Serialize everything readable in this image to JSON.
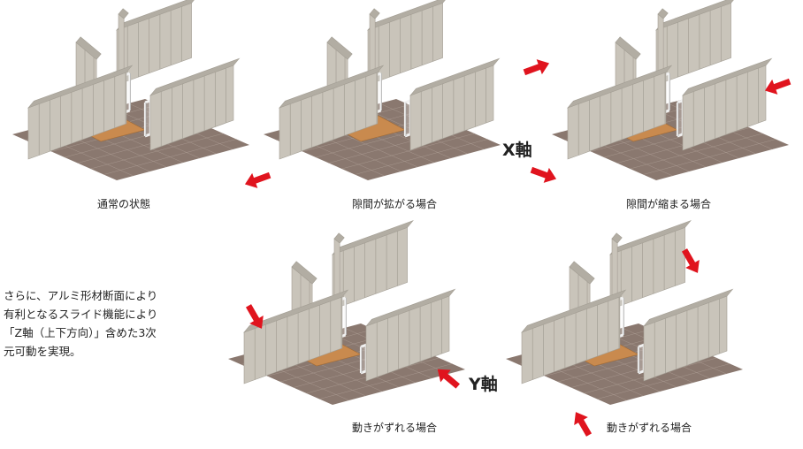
{
  "panels": [
    {
      "id": "normal",
      "caption": "通常の状態",
      "state": "normal"
    },
    {
      "id": "gap-widens",
      "caption": "隙間が拡がる場合",
      "state": "widen"
    },
    {
      "id": "gap-narrows",
      "caption": "隙間が縮まる場合",
      "state": "narrow"
    },
    {
      "id": "shift-1",
      "caption": "動きがずれる場合",
      "state": "shift1"
    },
    {
      "id": "shift-2",
      "caption": "動きがずれる場合",
      "state": "shift2"
    }
  ],
  "axis_labels": {
    "x": "X軸",
    "y": "Y軸"
  },
  "description_lines": [
    "さらに、アルミ形材断面により",
    "有利となるスライド機能により",
    "「Z軸（上下方向）」含めた3次",
    "元可動を実現。"
  ],
  "colors": {
    "wall_side": "#c9c4ba",
    "wall_top": "#b2ada3",
    "wall_seam": "#a49f95",
    "floor": "#8a786f",
    "floor_grid": "#a7978e",
    "wood": "#c98a4e",
    "fence_frame": "#f2f2f2",
    "fence_stroke": "#8a8a8a",
    "arrow": "#e0141e",
    "text": "#222222"
  }
}
